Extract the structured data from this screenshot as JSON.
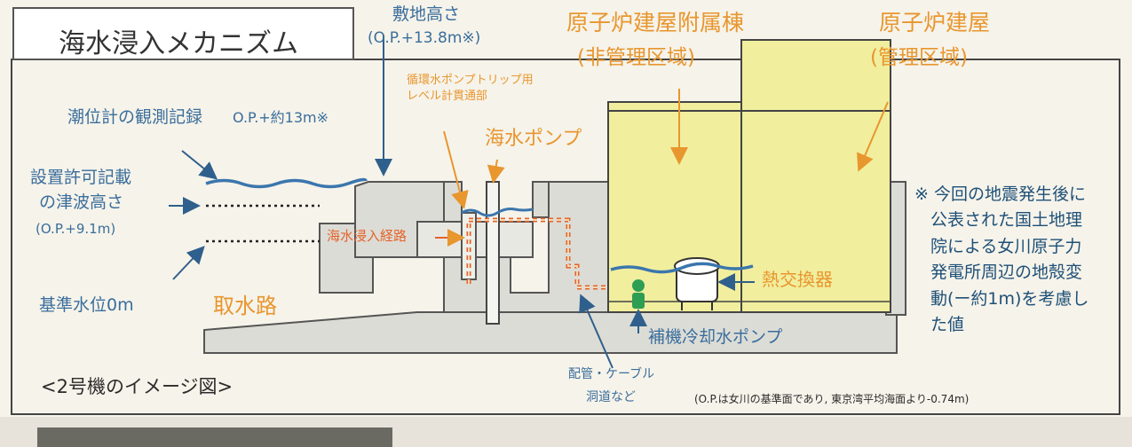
{
  "title": "海水浸入メカニズム",
  "labels": {
    "site_height": "敷地高さ",
    "site_height_value": "(O.P.+13.8m※)",
    "pump_trip_1": "循環水ポンプトリップ用",
    "pump_trip_2": "レベル計貫通部",
    "seawater_pump": "海水ポンプ",
    "aux_building_1": "原子炉建屋附属棟",
    "aux_building_2": "(非管理区域)",
    "reactor_building_1": "原子炉建屋",
    "reactor_building_2": "(管理区域)",
    "tide_record": "潮位計の観測記録",
    "tide_value": "O.P.+約13m※",
    "permit_1": "設置許可記載",
    "permit_2": "の津波高さ",
    "permit_3": "(O.P.+9.1m)",
    "intrusion_path": "海水浸入経路",
    "reference_level": "基準水位0m",
    "intake": "取水路",
    "heat_exchanger": "熱交換器",
    "aux_cooling_pump": "補機冷却水ポンプ",
    "pipe_cable_1": "配管・ケーブル",
    "pipe_cable_2": "洞道など",
    "unit2_image": "<2号機のイメージ図>",
    "op_note": "(O.P.は女川の基準面であり, 東京湾平均海面より-0.74m)"
  },
  "footnote": {
    "line1": "※ 今回の地震発生後に",
    "line2": "公表された国土地理",
    "line3": "院による女川原子力",
    "line4": "発電所周辺の地殻変",
    "line5": "動(ー約1m)を考慮し",
    "line6": "た値"
  },
  "colors": {
    "building_yellow": "#f1ee9e",
    "water_blue": "#3b76ad",
    "path_orange": "#e5632a",
    "ground_gray": "#d9d9d2",
    "arrow_blue": "#2f5f8c"
  }
}
